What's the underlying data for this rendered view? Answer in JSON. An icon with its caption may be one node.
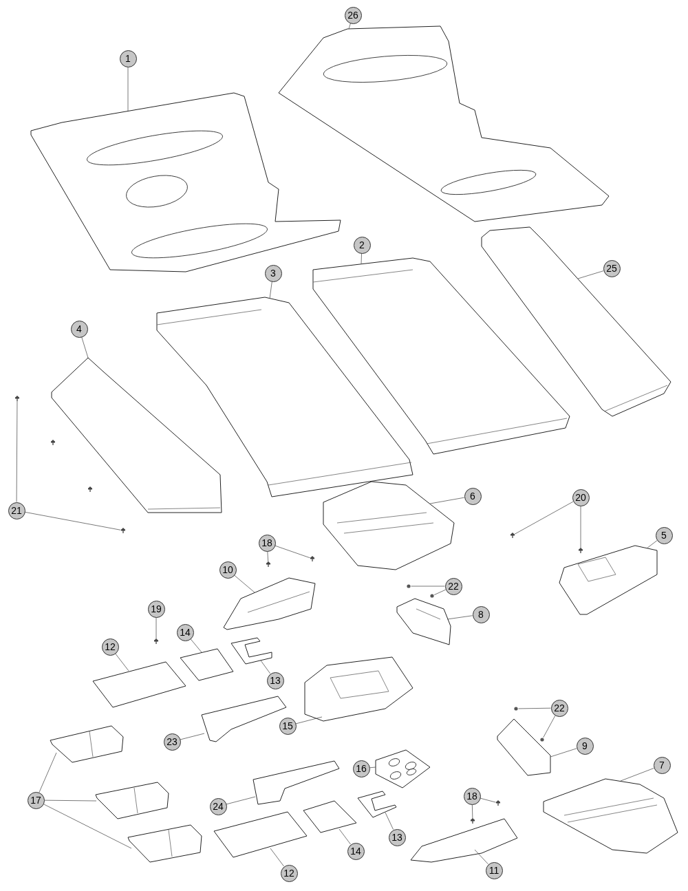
{
  "diagram": {
    "nodes": [
      {
        "text": [
          "1"
        ]
      },
      {
        "text": [],
        "shape": "picture"
      },
      {
        "text": [
          "26"
        ]
      },
      {
        "text": [],
        "shape": "picture"
      },
      {
        "text": [
          "3"
        ]
      },
      {
        "text": [],
        "shape": "picture"
      },
      {
        "text": [
          "2"
        ]
      },
      {
        "text": [],
        "shape": "picture"
      },
      {
        "text": [
          "25"
        ]
      },
      {
        "text": [],
        "shape": "picture"
      },
      {
        "text": [
          "4"
        ]
      },
      {
        "text": [],
        "shape": "picture"
      },
      {
        "text": [
          "21"
        ]
      },
      {
        "text": [],
        "shape": "picture"
      },
      {
        "text": [],
        "shape": "picture"
      },
      {
        "text": [],
        "shape": "picture"
      },
      {
        "text": [],
        "shape": "picture"
      },
      {
        "text": [
          "6"
        ]
      },
      {
        "text": [],
        "shape": "picture"
      },
      {
        "text": [
          "20"
        ]
      },
      {
        "text": [],
        "shape": "picture"
      },
      {
        "text": [],
        "shape": "picture"
      },
      {
        "text": [
          "5"
        ]
      },
      {
        "text": [],
        "shape": "picture"
      },
      {
        "text": [
          "18"
        ]
      },
      {
        "text": [],
        "shape": "picture"
      },
      {
        "text": [],
        "shape": "picture"
      },
      {
        "text": [
          "10"
        ]
      },
      {
        "text": [],
        "shape": "picture"
      },
      {
        "text": [
          "22"
        ]
      },
      {
        "text": [],
        "shape": "circle"
      },
      {
        "text": [],
        "shape": "circle"
      },
      {
        "text": [
          "8"
        ]
      },
      {
        "text": [],
        "shape": "picture"
      },
      {
        "text": [
          "19"
        ]
      },
      {
        "text": [],
        "shape": "picture"
      },
      {
        "text": [
          "14"
        ]
      },
      {
        "text": [],
        "shape": "picture"
      },
      {
        "text": [
          "12"
        ]
      },
      {
        "text": [],
        "shape": "picture"
      },
      {
        "text": [
          "13"
        ]
      },
      {
        "text": [],
        "shape": "picture"
      },
      {
        "text": [
          "15"
        ]
      },
      {
        "text": [],
        "shape": "picture"
      },
      {
        "text": [
          "23"
        ]
      },
      {
        "text": [],
        "shape": "picture"
      },
      {
        "text": [
          "17"
        ]
      },
      {
        "text": [],
        "shape": "picture"
      },
      {
        "text": [],
        "shape": "picture"
      },
      {
        "text": [],
        "shape": "picture"
      },
      {
        "text": [
          "16"
        ]
      },
      {
        "text": [],
        "shape": "picture"
      },
      {
        "text": [
          "22"
        ]
      },
      {
        "text": [],
        "shape": "circle"
      },
      {
        "text": [],
        "shape": "circle"
      },
      {
        "text": [
          "9"
        ]
      },
      {
        "text": [],
        "shape": "picture"
      },
      {
        "text": [
          "7"
        ]
      },
      {
        "text": [],
        "shape": "picture"
      },
      {
        "text": [
          "24"
        ]
      },
      {
        "text": [],
        "shape": "picture"
      },
      {
        "text": [
          "18"
        ]
      },
      {
        "text": [],
        "shape": "picture"
      },
      {
        "text": [],
        "shape": "picture"
      },
      {
        "text": [
          "13"
        ]
      },
      {
        "text": [],
        "shape": "picture"
      },
      {
        "text": [
          "14"
        ]
      },
      {
        "text": [],
        "shape": "picture"
      },
      {
        "text": [
          "12"
        ]
      },
      {
        "text": [],
        "shape": "picture"
      },
      {
        "text": [
          "11"
        ]
      },
      {
        "text": [],
        "shape": "picture"
      }
    ],
    "edges": [
      {
        "from": 0,
        "to": 1,
        "arrow": "none"
      },
      {
        "from": 2,
        "to": 3,
        "arrow": "none"
      },
      {
        "from": 4,
        "to": 5,
        "arrow": "none"
      },
      {
        "from": 6,
        "to": 7,
        "arrow": "none"
      },
      {
        "from": 8,
        "to": 9,
        "arrow": "none"
      },
      {
        "from": 10,
        "to": 11,
        "arrow": "none"
      },
      {
        "from": 12,
        "to": 13,
        "arrow": "none"
      },
      {
        "from": 12,
        "to": 16,
        "arrow": "none"
      },
      {
        "from": 17,
        "to": 18,
        "arrow": "none"
      },
      {
        "from": 19,
        "to": 20,
        "arrow": "none"
      },
      {
        "from": 19,
        "to": 21,
        "arrow": "none"
      },
      {
        "from": 22,
        "to": 23,
        "arrow": "none"
      },
      {
        "from": 24,
        "to": 25,
        "arrow": "none"
      },
      {
        "from": 24,
        "to": 26,
        "arrow": "none"
      },
      {
        "from": 27,
        "to": 28,
        "arrow": "none"
      },
      {
        "from": 29,
        "to": 30,
        "arrow": "none"
      },
      {
        "from": 29,
        "to": 31,
        "arrow": "none"
      },
      {
        "from": 32,
        "to": 33,
        "arrow": "none"
      },
      {
        "from": 34,
        "to": 35,
        "arrow": "none"
      },
      {
        "from": 36,
        "to": 37,
        "arrow": "none"
      },
      {
        "from": 38,
        "to": 39,
        "arrow": "none"
      },
      {
        "from": 40,
        "to": 41,
        "arrow": "none"
      },
      {
        "from": 42,
        "to": 43,
        "arrow": "none"
      },
      {
        "from": 44,
        "to": 45,
        "arrow": "none"
      },
      {
        "from": 46,
        "to": 47,
        "arrow": "none"
      },
      {
        "from": 46,
        "to": 48,
        "arrow": "none"
      },
      {
        "from": 46,
        "to": 49,
        "arrow": "none"
      },
      {
        "from": 50,
        "to": 51,
        "arrow": "none"
      },
      {
        "from": 52,
        "to": 53,
        "arrow": "none"
      },
      {
        "from": 52,
        "to": 54,
        "arrow": "none"
      },
      {
        "from": 55,
        "to": 56,
        "arrow": "none"
      },
      {
        "from": 57,
        "to": 58,
        "arrow": "none"
      },
      {
        "from": 59,
        "to": 60,
        "arrow": "none"
      },
      {
        "from": 61,
        "to": 62,
        "arrow": "none"
      },
      {
        "from": 61,
        "to": 63,
        "arrow": "none"
      },
      {
        "from": 64,
        "to": 65,
        "arrow": "none"
      },
      {
        "from": 66,
        "to": 67,
        "arrow": "none"
      },
      {
        "from": 68,
        "to": 69,
        "arrow": "none"
      },
      {
        "from": 70,
        "to": 71,
        "arrow": "none"
      }
    ]
  }
}
